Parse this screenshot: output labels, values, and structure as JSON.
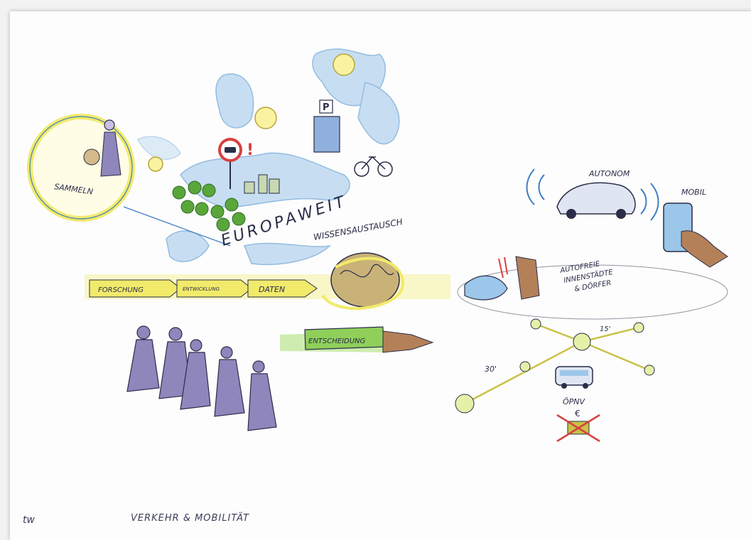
{
  "labels": {
    "sammeln": "SAMMELN",
    "europaweit": "EUROPAWEIT",
    "wissensaustausch": "WISSENSAUSTAUSCH",
    "forschung": "FORSCHUNG",
    "entwicklung": "ENTWICKLUNG",
    "daten": "DATEN",
    "entscheidung": "ENTSCHEIDUNG",
    "autonom": "AUTONOM",
    "mobil": "MOBIL",
    "autofreie_line1": "AUTOFREIE",
    "autofreie_line2": "INNENSTÄDTE",
    "autofreie_line3": "& DÖRFER",
    "time_15": "15'",
    "time_30": "30'",
    "oepnv": "ÖPNV",
    "euro": "€",
    "parking": "P"
  },
  "footer": {
    "signature": "tw",
    "title": "VERKEHR & MOBILITÄT"
  },
  "colors": {
    "ink": "#2a2d48",
    "map_blue": "#7fb3e0",
    "highlight_yellow": "#f2ea6a",
    "arrow_green": "#8fcf5a",
    "trees_green": "#5aa63a",
    "people_purple": "#8f86bb",
    "hand_brown": "#b48058",
    "stop_red": "#d94040"
  }
}
